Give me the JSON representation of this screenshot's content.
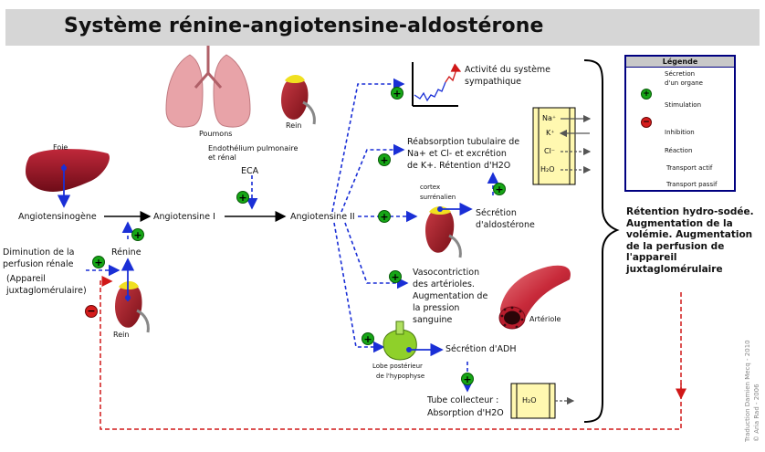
{
  "title": "Système rénine-angiotensine-aldostérone",
  "nodes": {
    "foie": "Foie",
    "poumons": "Poumons",
    "rein_top": "Rein",
    "endothelium": [
      "Endothélium pulmonaire",
      "et rénal"
    ],
    "eca": "ECA",
    "angiotensinogene": "Angiotensinogène",
    "angiotensine1": "Angiotensine I",
    "angiotensine2": "Angiotensine II",
    "renine": "Rénine",
    "diminution": [
      "Diminution de la",
      "perfusion rénale",
      "(Appareil",
      "juxtaglomérulaire)"
    ],
    "rein_bottom": "Rein",
    "sympathique": [
      "Activité du système",
      "sympathique"
    ],
    "reabsorption": [
      "Réabsorption tubulaire de",
      "Na+ et Cl- et excrétion",
      "de K+. Rétention d'H2O"
    ],
    "cortex": [
      "cortex",
      "surrénalien"
    ],
    "aldosterone": [
      "Sécrétion",
      "d'aldostérone"
    ],
    "vasoconstriction": [
      "Vasocontriction",
      "des artérioles.",
      "Augmentation de",
      "la pression",
      "sanguine"
    ],
    "arteriole": "Artériole",
    "adh": "Sécrétion d'ADH",
    "hypophyse": [
      "Lobe postérieur",
      "de l'hypophyse"
    ],
    "tube": [
      "Tube collecteur :",
      "Absorption d'H2O"
    ],
    "ions": [
      "Na⁺",
      "K⁺",
      "Cl⁻",
      "H₂O"
    ],
    "h2o_box": "H₂O"
  },
  "legend": {
    "title": "Légende",
    "items": [
      "Sécretion",
      "d'un organe",
      "Stimulation",
      "Inhibition",
      "Réaction",
      "Transport actif",
      "Transport passif"
    ]
  },
  "result": [
    "Rétention hydro-sodée.",
    "Augmentation de la",
    "volémie. Augmentation",
    "de la perfusion de",
    "l'appareil",
    "juxtaglomérulaire"
  ],
  "credits": [
    "Traduction Damien Mecq - 2010",
    "© Aria Rad - 2006"
  ],
  "colors": {
    "stimulation": "#1a2fd6",
    "inhibition": "#d01818",
    "reaction": "#000000",
    "organ_red": "#a8182a",
    "lung_pink": "#e8a3a8",
    "gland_yellow": "#f0e020",
    "pituitary_green": "#8fd02a",
    "plus_green": "#16a616"
  }
}
